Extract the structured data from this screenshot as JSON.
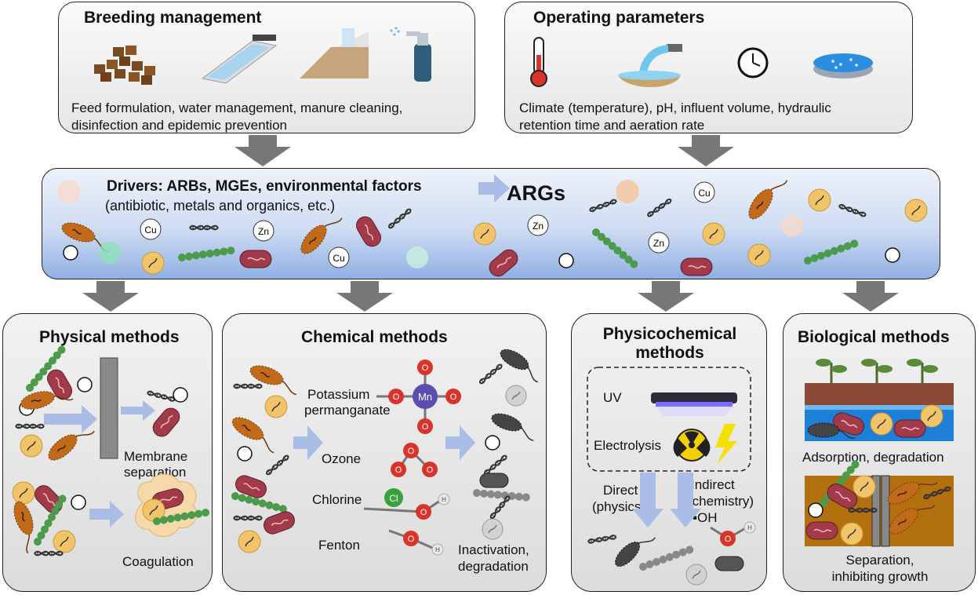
{
  "breeding": {
    "title": "Breeding management",
    "desc_line1": "Feed formulation, water management, manure cleaning,",
    "desc_line2": "disinfection and epidemic prevention"
  },
  "operating": {
    "title": "Operating parameters",
    "desc_line1": "Climate (temperature), pH, influent volume, hydraulic",
    "desc_line2": "retention time and aeration rate"
  },
  "drivers": {
    "line1": "Drivers: ARBs, MGEs, environmental factors",
    "line2": "(antibiotic, metals and organics, etc.)",
    "target": "ARGs",
    "cu": "Cu",
    "zn": "Zn"
  },
  "physical": {
    "title": "Physical methods",
    "membrane_line1": "Membrane",
    "membrane_line2": "separation",
    "coagulation": "Coagulation"
  },
  "chemical": {
    "title": "Chemical methods",
    "kmno4_line1": "Potassium",
    "kmno4_line2": "permanganate",
    "ozone": "Ozone",
    "chlorine": "Chlorine",
    "fenton": "Fenton",
    "result_line1": "Inactivation,",
    "result_line2": "degradation",
    "atom_mn": "Mn",
    "atom_o": "O",
    "atom_cl": "Cl",
    "atom_h": "H"
  },
  "physicochemical": {
    "title_line1": "Physicochemical",
    "title_line2": "methods",
    "uv": "UV",
    "electrolysis": "Electrolysis",
    "direct_line1": "Direct",
    "direct_line2": "(physics)",
    "indirect_line1": "Indirect",
    "indirect_line2": "(chemistry)",
    "radical": "▪OH"
  },
  "biological": {
    "title": "Biological methods",
    "adsorption": "Adsorption, degradation",
    "sep_line1": "Separation,",
    "sep_line2": "inhibiting growth"
  },
  "colors": {
    "arrow_gray": "#777777",
    "arrow_blue": "#a9bde6",
    "bacteria_orange": "#c06a1a",
    "bacteria_red": "#a33a4a",
    "chain_green": "#4c9a4c",
    "oxygen_red": "#d9342b",
    "manganese_purple": "#5a4fb0",
    "chlorine_green": "#3aa040"
  }
}
